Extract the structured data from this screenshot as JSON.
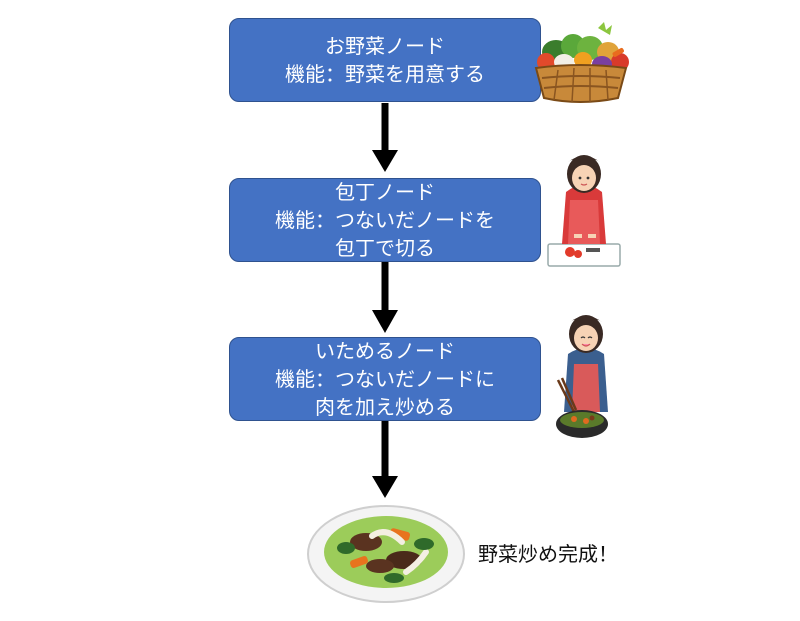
{
  "nodes": [
    {
      "lines": [
        "お野菜ノード",
        "機能：野菜を用意する"
      ]
    },
    {
      "lines": [
        "包丁ノード",
        "機能：つないだノードを",
        "包丁で切る"
      ]
    },
    {
      "lines": [
        "いためるノード",
        "機能：つないだノードに",
        "肉を加え炒める"
      ]
    }
  ],
  "result_caption": "野菜炒め完成！",
  "colors": {
    "node_fill": "#4472c4",
    "node_border": "#2f528f",
    "arrow": "#000000"
  },
  "illustrations": {
    "node1": "vegetable-basket",
    "node2": "woman-cutting-vegetables",
    "node3": "woman-stir-frying",
    "result": "stir-fry-plate"
  }
}
